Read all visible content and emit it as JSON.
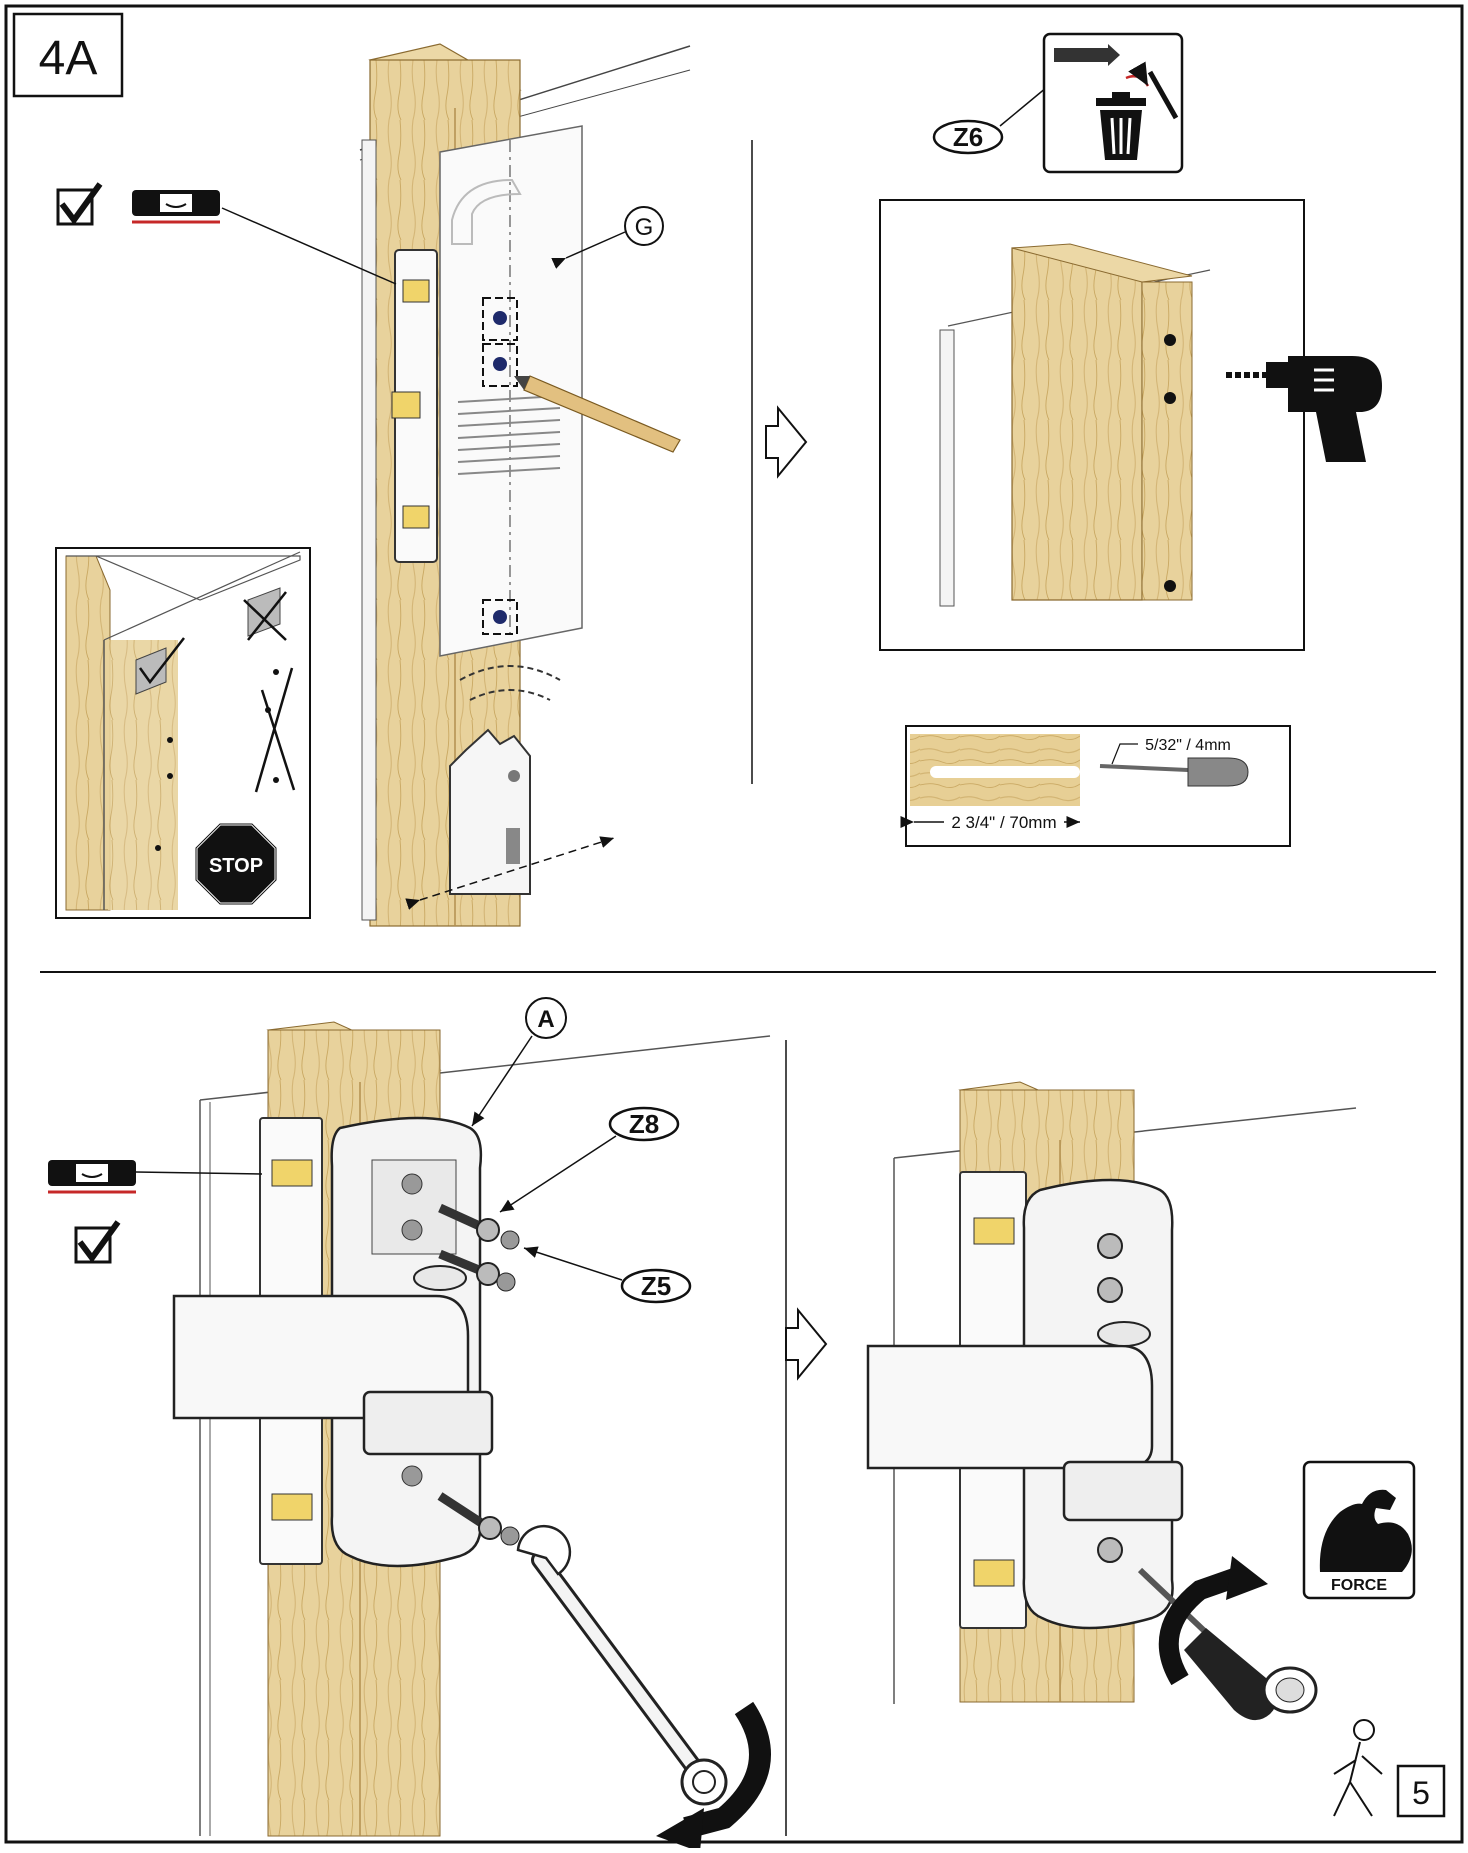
{
  "step": {
    "label": "4A",
    "page_number": "5"
  },
  "callouts": {
    "template": "G",
    "bracket": "A",
    "anchors_discard": "Z6",
    "lag_bolt": "Z8",
    "washer": "Z5"
  },
  "warning": {
    "stop_label": "STOP"
  },
  "drill_spec": {
    "bit_size": "5/32\" / 4mm",
    "depth": "2 3/4\" / 70mm"
  },
  "force_badge": {
    "label": "FORCE"
  },
  "icons": {
    "checkmark": "checkbox-check-icon",
    "level": "bubble-level-icon",
    "drill": "power-drill-icon",
    "trash": "trash-bin-icon",
    "screwdriver": "screwdriver-icon",
    "wrench": "wrench-icon",
    "force": "flexed-arm-icon",
    "walking": "walking-person-icon",
    "stop": "stop-sign-icon"
  },
  "colors": {
    "wood": "#e7cf95",
    "wood_dark": "#c9a862",
    "level_red": "#c62828",
    "ink": "#111111",
    "paper": "#ffffff"
  }
}
